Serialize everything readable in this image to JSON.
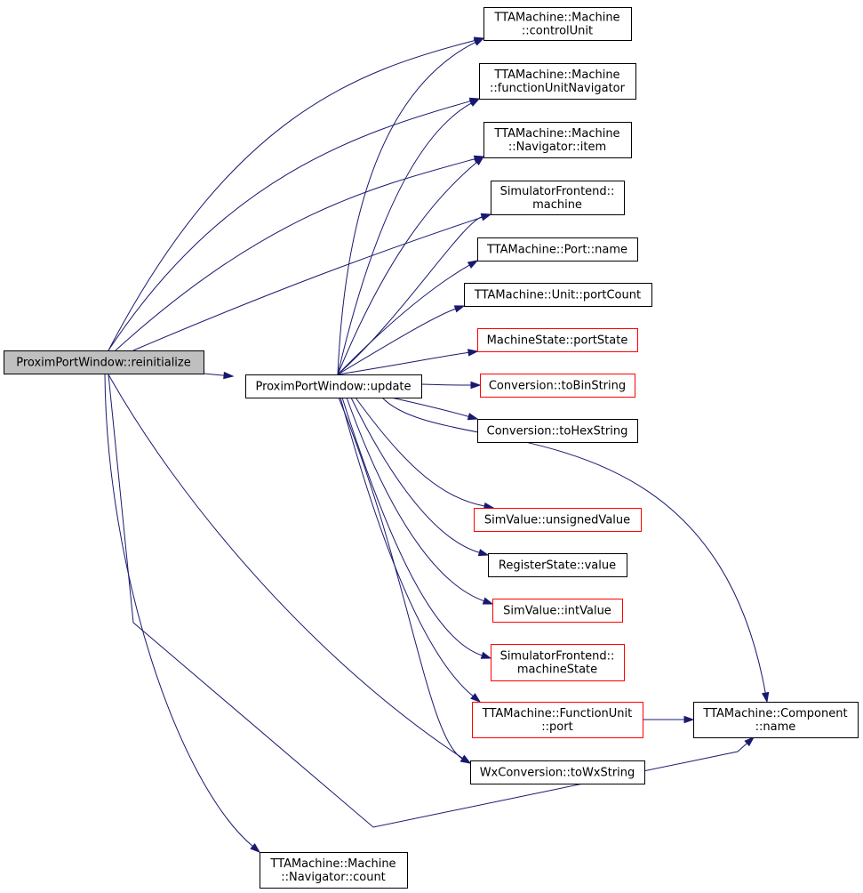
{
  "colors": {
    "edge": "#191970",
    "root_fill": "#bfbfbf",
    "node_border": "#000000",
    "node_border_truncated": "#ff0000",
    "node_fill": "#ffffff"
  },
  "nodes": [
    {
      "id": "reinitialize",
      "lines": [
        "ProximPortWindow::reinitialize"
      ],
      "style": "root"
    },
    {
      "id": "update",
      "lines": [
        "ProximPortWindow::update"
      ],
      "style": "normal"
    },
    {
      "id": "controlUnit",
      "lines": [
        "TTAMachine::Machine",
        "::controlUnit"
      ],
      "style": "normal"
    },
    {
      "id": "functionUnitNavigator",
      "lines": [
        "TTAMachine::Machine",
        "::functionUnitNavigator"
      ],
      "style": "normal"
    },
    {
      "id": "navItem",
      "lines": [
        "TTAMachine::Machine",
        "::Navigator::item"
      ],
      "style": "normal"
    },
    {
      "id": "simMachine",
      "lines": [
        "SimulatorFrontend::",
        "machine"
      ],
      "style": "normal"
    },
    {
      "id": "portName",
      "lines": [
        "TTAMachine::Port::name"
      ],
      "style": "normal"
    },
    {
      "id": "portCount",
      "lines": [
        "TTAMachine::Unit::portCount"
      ],
      "style": "normal"
    },
    {
      "id": "portState",
      "lines": [
        "MachineState::portState"
      ],
      "style": "truncated"
    },
    {
      "id": "toBinString",
      "lines": [
        "Conversion::toBinString"
      ],
      "style": "truncated"
    },
    {
      "id": "toHexString",
      "lines": [
        "Conversion::toHexString"
      ],
      "style": "normal"
    },
    {
      "id": "unsignedValue",
      "lines": [
        "SimValue::unsignedValue"
      ],
      "style": "truncated"
    },
    {
      "id": "regValue",
      "lines": [
        "RegisterState::value"
      ],
      "style": "normal"
    },
    {
      "id": "intValue",
      "lines": [
        "SimValue::intValue"
      ],
      "style": "truncated"
    },
    {
      "id": "machineState",
      "lines": [
        "SimulatorFrontend::",
        "machineState"
      ],
      "style": "truncated"
    },
    {
      "id": "fuPort",
      "lines": [
        "TTAMachine::FunctionUnit",
        "::port"
      ],
      "style": "truncated"
    },
    {
      "id": "componentName",
      "lines": [
        "TTAMachine::Component",
        "::name"
      ],
      "style": "normal"
    },
    {
      "id": "toWxString",
      "lines": [
        "WxConversion::toWxString"
      ],
      "style": "normal"
    },
    {
      "id": "navCount",
      "lines": [
        "TTAMachine::Machine",
        "::Navigator::count"
      ],
      "style": "normal"
    }
  ],
  "edges": [
    {
      "from": "reinitialize",
      "to": "update"
    },
    {
      "from": "reinitialize",
      "to": "controlUnit"
    },
    {
      "from": "reinitialize",
      "to": "functionUnitNavigator"
    },
    {
      "from": "reinitialize",
      "to": "navItem"
    },
    {
      "from": "reinitialize",
      "to": "simMachine"
    },
    {
      "from": "reinitialize",
      "to": "componentName"
    },
    {
      "from": "reinitialize",
      "to": "toWxString"
    },
    {
      "from": "reinitialize",
      "to": "navCount"
    },
    {
      "from": "update",
      "to": "controlUnit"
    },
    {
      "from": "update",
      "to": "functionUnitNavigator"
    },
    {
      "from": "update",
      "to": "navItem"
    },
    {
      "from": "update",
      "to": "simMachine"
    },
    {
      "from": "update",
      "to": "portName"
    },
    {
      "from": "update",
      "to": "portCount"
    },
    {
      "from": "update",
      "to": "portState"
    },
    {
      "from": "update",
      "to": "toBinString"
    },
    {
      "from": "update",
      "to": "toHexString"
    },
    {
      "from": "update",
      "to": "componentName"
    },
    {
      "from": "update",
      "to": "unsignedValue"
    },
    {
      "from": "update",
      "to": "regValue"
    },
    {
      "from": "update",
      "to": "intValue"
    },
    {
      "from": "update",
      "to": "machineState"
    },
    {
      "from": "update",
      "to": "fuPort"
    },
    {
      "from": "update",
      "to": "toWxString"
    },
    {
      "from": "fuPort",
      "to": "componentName"
    }
  ]
}
